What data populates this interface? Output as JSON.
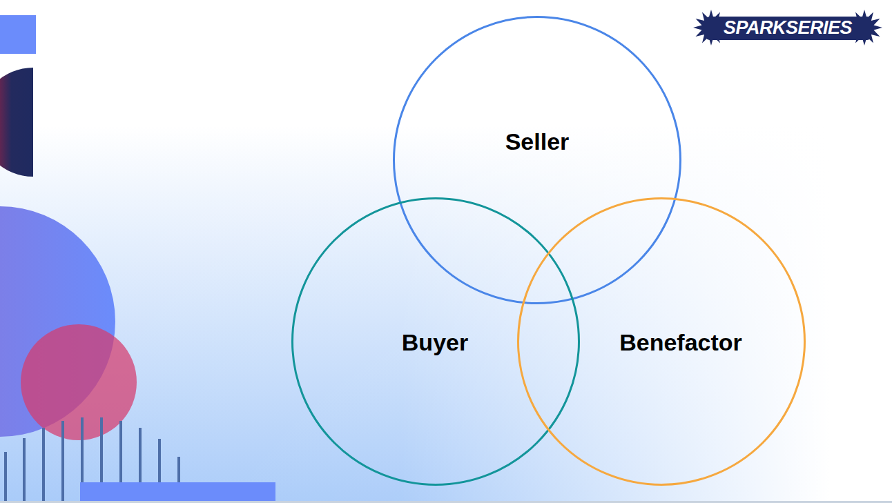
{
  "diagram": {
    "nodes": [
      {
        "text": [
          "Seller"
        ]
      },
      {
        "text": [
          "Buyer"
        ]
      },
      {
        "text": [
          "Benefactor"
        ]
      }
    ],
    "labels": [
      "SPARKSERIES"
    ]
  }
}
